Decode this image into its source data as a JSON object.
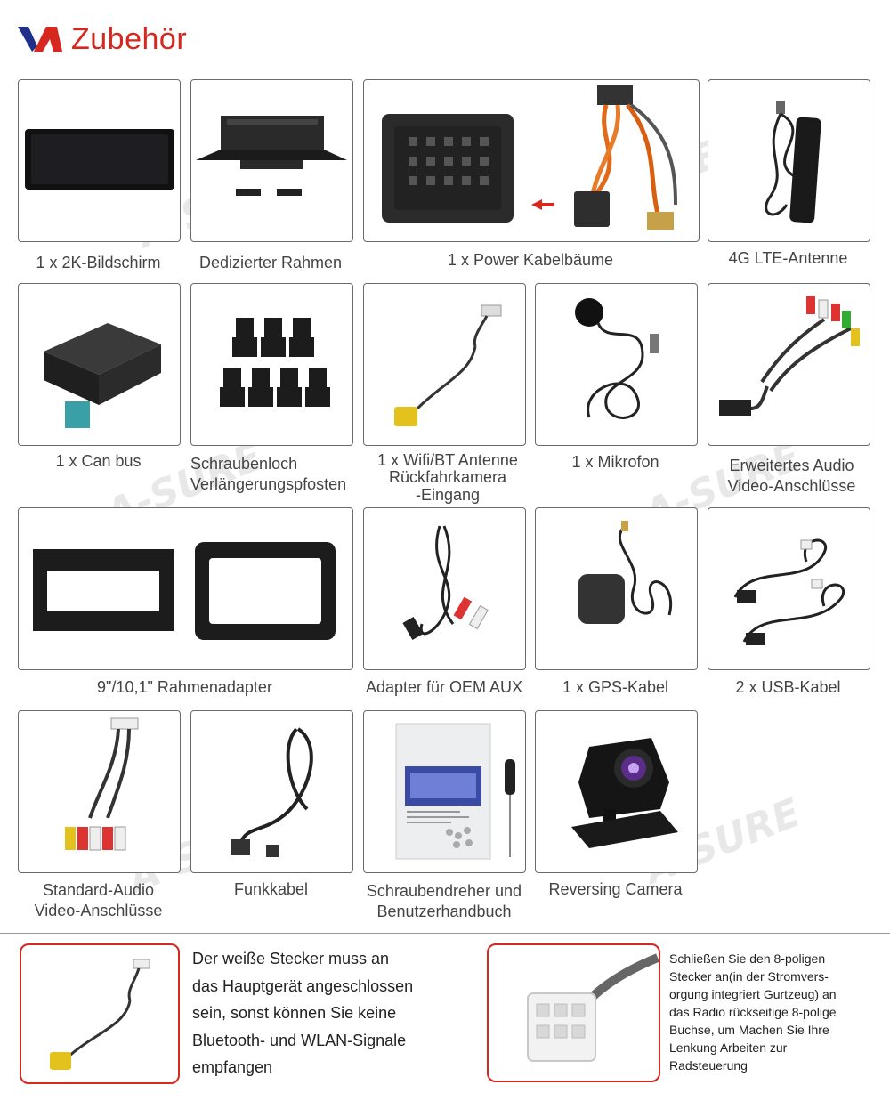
{
  "header": {
    "title": "Zubehör",
    "logo_icon": "va-brand-logo",
    "accent_color": "#d7281f"
  },
  "watermark_text": "A-SURE",
  "items": [
    {
      "caption": "1 x 2K-Bildschirm",
      "icon": "display-screen"
    },
    {
      "caption": "Dedizierter Rahmen",
      "icon": "mounting-frame"
    },
    {
      "caption": "1 x Power Kabelbäume",
      "icon": "power-harness"
    },
    {
      "caption": "4G LTE-Antenne",
      "icon": "lte-antenna"
    },
    {
      "caption": "1 x Can bus",
      "icon": "canbus-box"
    },
    {
      "caption_line1": "Schraubenloch",
      "caption_line2": "Verlängerungspfosten",
      "icon": "screw-posts"
    },
    {
      "caption_line1": "1 x Wifi/BT Antenne",
      "caption_line2": "Rückfahrkamera",
      "caption_line3": "-Eingang",
      "icon": "wifi-bt-antenna"
    },
    {
      "caption": "1 x Mikrofon",
      "icon": "microphone"
    },
    {
      "caption_line1": "Erweitertes Audio",
      "caption_line2": "Video-Anschlüsse",
      "icon": "extended-av-cable"
    },
    {
      "caption": "9\"/10,1\" Rahmenadapter",
      "icon": "frame-adapter"
    },
    {
      "caption": "Adapter für OEM AUX",
      "icon": "aux-adapter"
    },
    {
      "caption": "1 x GPS-Kabel",
      "icon": "gps-antenna"
    },
    {
      "caption": "2 x USB-Kabel",
      "icon": "usb-cables"
    },
    {
      "caption_line1": "Standard-Audio",
      "caption_line2": "Video-Anschlüsse",
      "icon": "standard-av-cable"
    },
    {
      "caption": "Funkkabel",
      "icon": "radio-cable"
    },
    {
      "caption_line1": "Schraubendreher und",
      "caption_line2": "Benutzerhandbuch",
      "icon": "screwdriver-manual"
    },
    {
      "caption": "Reversing Camera",
      "icon": "reversing-camera"
    }
  ],
  "notes": {
    "white_plug": {
      "lines": [
        "Der weiße Stecker muss an",
        "das Hauptgerät angeschlossen",
        "sein, sonst können Sie keine",
        "Bluetooth- und WLAN-Signale",
        "empfangen"
      ]
    },
    "eight_pin": {
      "lines": [
        "Schließen Sie den 8-poligen",
        "Stecker an(in der Stromvers-",
        "orgung integriert Gurtzeug) an",
        "das Radio rückseitige 8-polige",
        "Buchse, um Machen Sie Ihre",
        "Lenkung Arbeiten zur",
        "Radsteuerung"
      ]
    }
  }
}
